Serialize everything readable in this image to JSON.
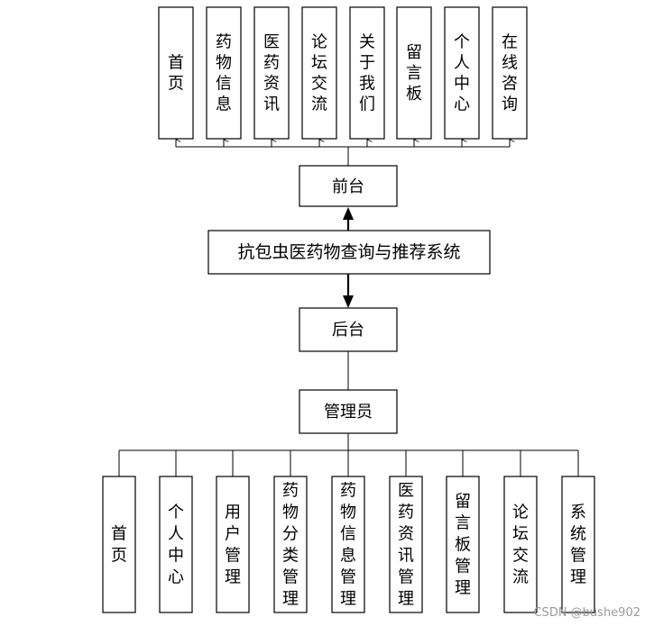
{
  "frontend": {
    "items": [
      "首页",
      "药物信息",
      "医药资讯",
      "论坛交流",
      "关于我们",
      "留言板",
      "个人中心",
      "在线咨询"
    ],
    "label": "前台"
  },
  "system": {
    "label": "抗包虫医药物查询与推荐系统"
  },
  "backend": {
    "label": "后台",
    "admin": "管理员",
    "items": [
      "首页",
      "个人中心",
      "用户管理",
      "药物分类管理",
      "药物信息管理",
      "医药资讯管理",
      "留言板管理",
      "论坛交流",
      "系统管理"
    ]
  },
  "watermark": "CSDN @bushe902"
}
